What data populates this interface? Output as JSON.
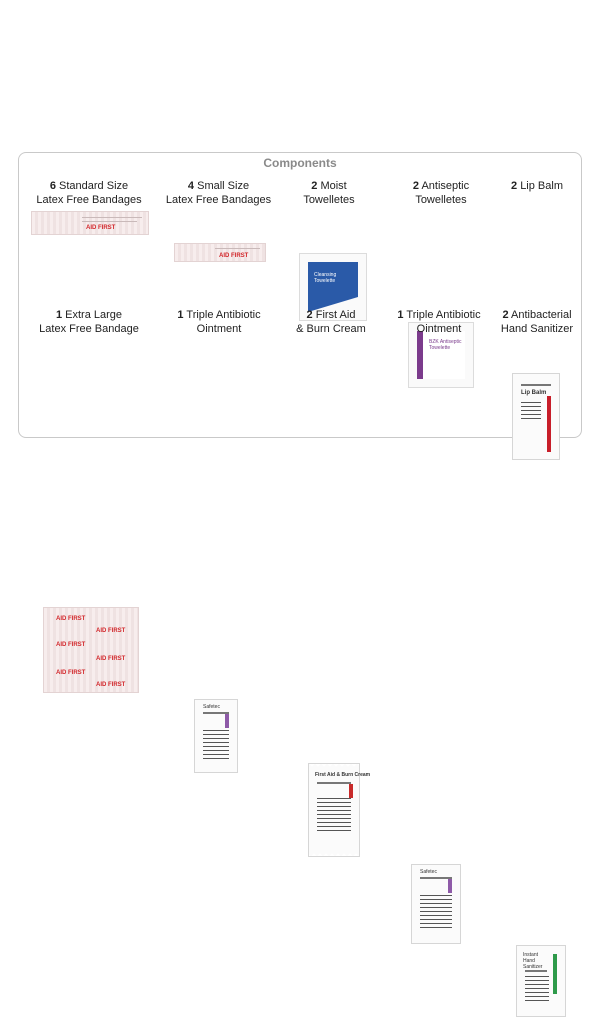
{
  "title": "Components",
  "items": [
    {
      "qty": "6",
      "line1": "Standard Size",
      "line2": "Latex Free Bandages",
      "brand": "AID FIRST",
      "icon": "bandage-strip"
    },
    {
      "qty": "4",
      "line1": "Small Size",
      "line2": "Latex Free Bandages",
      "brand": "AID FIRST",
      "icon": "bandage-small"
    },
    {
      "qty": "2",
      "line1": "Moist",
      "line2": "Towelletes",
      "brand": "Cleansing Towelette",
      "icon": "moist-towelette"
    },
    {
      "qty": "2",
      "line1": "Antiseptic",
      "line2": "Towelletes",
      "brand": "BZK Antiseptic Towelette",
      "icon": "antiseptic-towelette"
    },
    {
      "qty": "2",
      "line1": "Lip Balm",
      "line2": "",
      "brand": "Lip Balm",
      "icon": "lip-balm-packet"
    },
    {
      "qty": "1",
      "line1": "Extra Large",
      "line2": "Latex Free Bandage",
      "brand": "AID FIRST",
      "icon": "bandage-large"
    },
    {
      "qty": "1",
      "line1": "Triple Antibiotic",
      "line2": "Ointment",
      "brand": "Safetec",
      "icon": "ointment-packet"
    },
    {
      "qty": "2",
      "line1": "First Aid",
      "line2": "& Burn Cream",
      "brand": "First Aid & Burn Cream",
      "icon": "burn-cream-packet"
    },
    {
      "qty": "1",
      "line1": "Triple Antibiotic",
      "line2": "Ointment",
      "brand": "Safetec",
      "icon": "ointment-packet"
    },
    {
      "qty": "2",
      "line1": "Antibacterial",
      "line2": "Hand Sanitizer",
      "brand": "Instant Hand Sanitizer",
      "icon": "sanitizer-packet"
    }
  ],
  "colors": {
    "bandage_red": "#d2262a",
    "towel_blue": "#2a5aa8",
    "towel_purple": "#7b3b8c",
    "lip_red": "#c81e2a",
    "ointment_purple": "#8e5aa8",
    "burn_red": "#c82a2a",
    "sanitizer_green": "#2e9a4a"
  }
}
